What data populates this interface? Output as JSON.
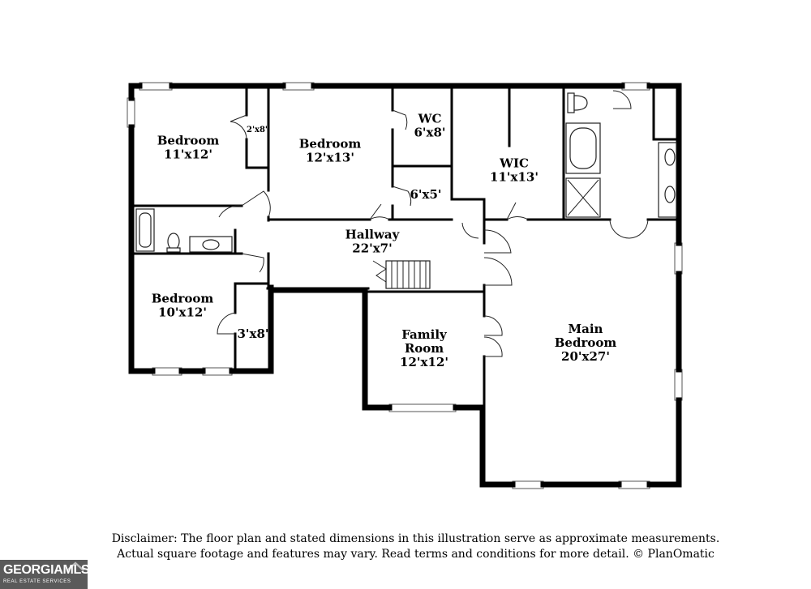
{
  "rooms": [
    {
      "id": "bedroom-1",
      "lines": [
        "Bedroom",
        "11'x12'"
      ]
    },
    {
      "id": "closet-1",
      "lines": [
        "2'x8'"
      ]
    },
    {
      "id": "bedroom-2",
      "lines": [
        "Bedroom",
        "12'x13'"
      ]
    },
    {
      "id": "wc",
      "lines": [
        "WC",
        "6'x8'"
      ]
    },
    {
      "id": "closet-2",
      "lines": [
        "6'x5'"
      ]
    },
    {
      "id": "wic",
      "lines": [
        "WIC",
        "11'x13'"
      ]
    },
    {
      "id": "hallway",
      "lines": [
        "Hallway",
        "22'x7'"
      ]
    },
    {
      "id": "bedroom-3",
      "lines": [
        "Bedroom",
        "10'x12'"
      ]
    },
    {
      "id": "closet-3",
      "lines": [
        "3'x8'"
      ]
    },
    {
      "id": "family-room",
      "lines": [
        "Family",
        "Room",
        "12'x12'"
      ]
    },
    {
      "id": "main-bedroom",
      "lines": [
        "Main",
        "Bedroom",
        "20'x27'"
      ]
    }
  ],
  "disclaimer": {
    "line1": "Disclaimer: The floor plan and stated dimensions in this illustration serve as approximate measurements.",
    "line2": "Actual square footage and features may vary. Read terms and conditions for more detail. © PlanOmatic"
  },
  "logo": {
    "main": "GEORGIAMLS",
    "sub": "REAL ESTATE SERVICES",
    "background": "#5a5a5a"
  }
}
